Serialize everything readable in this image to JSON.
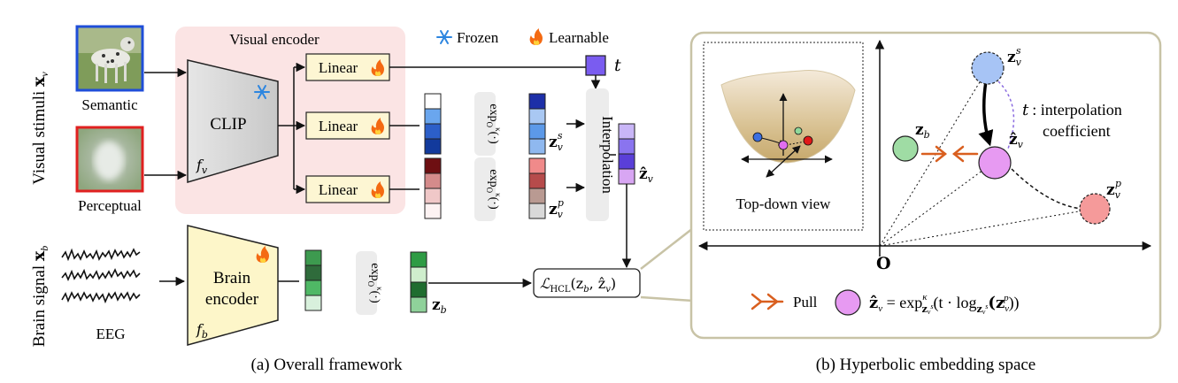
{
  "part_a": {
    "caption": "(a) Overall framework",
    "visual_stimuli_label": "Visual stimuli",
    "visual_stimuli_symbol": "x",
    "visual_stimuli_sub": "v",
    "semantic_label": "Semantic",
    "perceptual_label": "Perceptual",
    "encoder_title": "Visual encoder",
    "clip_label": "CLIP",
    "clip_fn": "f",
    "clip_fn_sub": "v",
    "linear_label": "Linear",
    "legend_frozen": "Frozen",
    "legend_learnable": "Learnable",
    "t_label": "t",
    "exp_label": "exp",
    "exp_sup": "κ",
    "exp_sub": "O",
    "exp_arg": "(·)",
    "zs_base": "z",
    "zs_sub": "v",
    "zs_sup": "s",
    "zp_base": "z",
    "zp_sub": "v",
    "zp_sup": "p",
    "interpolation_label": "Interpolation",
    "zhat_base": "ẑ",
    "zhat_sub": "v",
    "brain_signal_label": "Brain signal",
    "brain_signal_symbol": "x",
    "brain_signal_sub": "b",
    "brain_encoder_line1": "Brain",
    "brain_encoder_line2": "encoder",
    "brain_fn": "f",
    "brain_fn_sub": "b",
    "eeg_label": "EEG",
    "zb_base": "z",
    "zb_sub": "b",
    "loss_label": "ℒ",
    "loss_sub": "HCL",
    "loss_args": "(z",
    "loss_args_b": "b",
    "loss_args_mid": ", ẑ",
    "loss_args_v": "v",
    "loss_close": ")"
  },
  "part_b": {
    "caption": "(b) Hyperbolic embedding space",
    "top_down_label": "Top-down view",
    "origin_label": "O",
    "t_symbol": "t",
    "interp_text_1": ": interpolation",
    "interp_text_2": "coefficient",
    "pull_label": "Pull",
    "formula_lhs": "ẑ",
    "formula_lhs_sub": "v",
    "formula_eq": " = exp",
    "formula_exp_sup": "κ",
    "formula_exp_sub": "z",
    "formula_exp_sub2": "v",
    "formula_exp_sub3": "s",
    "formula_mid": "(t · log",
    "formula_log_sub": "z",
    "formula_log_sub2": "v",
    "formula_log_sub3": "s",
    "formula_arg": "(z",
    "formula_arg_sub": "v",
    "formula_arg_sup": "p",
    "formula_end": "))"
  },
  "colors": {
    "encoder_bg": "#fbe4e4",
    "linear_fill": "#fdf6d3",
    "brain_encoder_fill": "#fdf6c9",
    "panel_border": "#c8c3a6",
    "t_fill": "#7a5cf0",
    "zs_point": "#a7c4f5",
    "zhat_point": "#e79af2",
    "zb_point": "#9fdca4",
    "zp_point": "#f59a9a",
    "pull": "#d95f1f",
    "blue_cells": [
      "#ffffff",
      "#6aa6ee",
      "#2c5fc9",
      "#123a9c"
    ],
    "blue_cells_2": [
      "#1d2fa8",
      "#a9c8f3",
      "#5c99e8",
      "#8fb8ef"
    ],
    "red_cells": [
      "#6e0f12",
      "#d58b8b",
      "#f0c8c8",
      "#fdf3f3"
    ],
    "red_cells_2": [
      "#f08a8a",
      "#b64b4b",
      "#b99a92",
      "#d9d9d9"
    ],
    "interp_cells": [
      "#c9b6f7",
      "#8a74ef",
      "#5a3fd8",
      "#d8a6f3"
    ],
    "green_cells": [
      "#3d9a4f",
      "#2f6b3b",
      "#4fb865",
      "#d8f0dc"
    ],
    "green_cells_2": [
      "#2e9b44",
      "#cfeecd",
      "#1f6d2f",
      "#8fd19a"
    ]
  },
  "icons": [
    "snowflake-icon",
    "flame-icon",
    "eeg-wave-icon",
    "pull-arrow-icon"
  ]
}
